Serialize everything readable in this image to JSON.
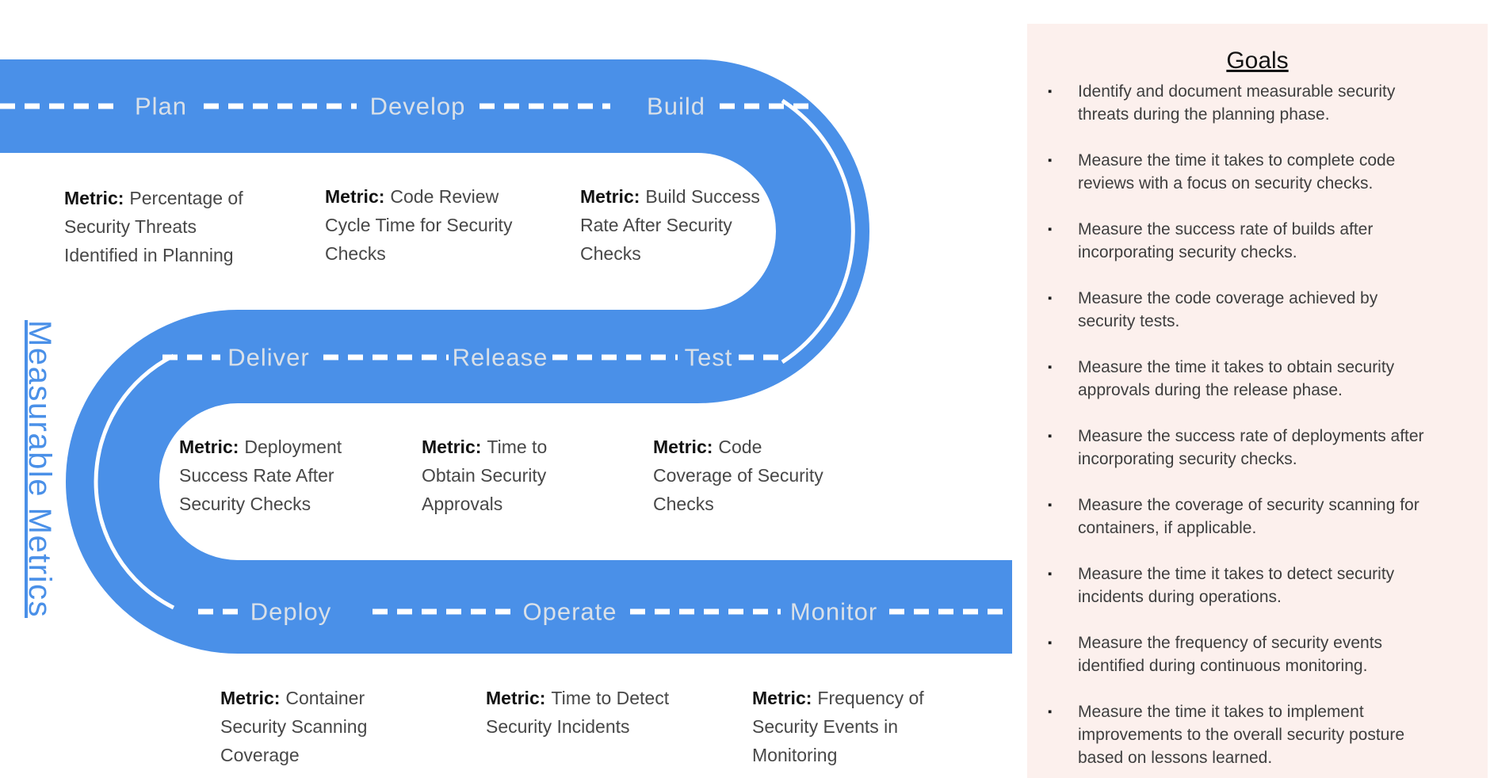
{
  "diagram_title": "Measurable Metrics",
  "colors": {
    "road_blue": "#4A90E8",
    "panel_background": "#FCF0ED",
    "road_label_text": "#D9E0E8",
    "metric_text": "#474747"
  },
  "road": {
    "phases": [
      "Plan",
      "Develop",
      "Build",
      "Deliver",
      "Release",
      "Test",
      "Deploy",
      "Operate",
      "Monitor"
    ]
  },
  "metrics": [
    {
      "prefix": "Metric:",
      "lines": [
        "Percentage of",
        "Security Threats",
        "Identified in Planning"
      ]
    },
    {
      "prefix": "Metric:",
      "lines": [
        "Code Review",
        "Cycle Time for Security",
        "Checks"
      ]
    },
    {
      "prefix": "Metric:",
      "lines": [
        "Build Success",
        "Rate After Security",
        "Checks"
      ]
    },
    {
      "prefix": "Metric:",
      "lines": [
        "Deployment",
        "Success Rate After",
        "Security Checks"
      ]
    },
    {
      "prefix": "Metric:",
      "lines": [
        "Time to",
        "Obtain Security",
        "Approvals"
      ]
    },
    {
      "prefix": "Metric:",
      "lines": [
        "Code",
        "Coverage of Security",
        "Checks"
      ]
    },
    {
      "prefix": "Metric:",
      "lines": [
        "Container",
        "Security Scanning",
        "Coverage"
      ]
    },
    {
      "prefix": "Metric:",
      "lines": [
        "Time to Detect",
        "Security Incidents"
      ]
    },
    {
      "prefix": "Metric:",
      "lines": [
        "Frequency of",
        "Security Events in",
        "Monitoring"
      ]
    }
  ],
  "goals": {
    "title": "Goals",
    "items": [
      {
        "lines": [
          "Identify and document measurable security",
          "threats during the planning phase."
        ]
      },
      {
        "lines": [
          "Measure the time it takes to complete code",
          "reviews with a focus on security checks."
        ]
      },
      {
        "lines": [
          "Measure the success rate of builds after",
          "incorporating security checks."
        ]
      },
      {
        "lines": [
          "Measure the code coverage achieved by",
          "security tests."
        ]
      },
      {
        "lines": [
          "Measure the time it takes to obtain security",
          "approvals during the release phase."
        ]
      },
      {
        "lines": [
          "Measure the success rate of deployments after",
          "incorporating security checks."
        ]
      },
      {
        "lines": [
          "Measure the coverage of security scanning for",
          "containers, if applicable."
        ]
      },
      {
        "lines": [
          "Measure the time it takes to detect security",
          "incidents during operations."
        ]
      },
      {
        "lines": [
          "Measure the frequency of security events",
          "identified during continuous monitoring."
        ]
      },
      {
        "lines": [
          "Measure the time it takes to implement",
          "improvements to the overall security posture",
          "based on lessons learned."
        ]
      }
    ]
  }
}
